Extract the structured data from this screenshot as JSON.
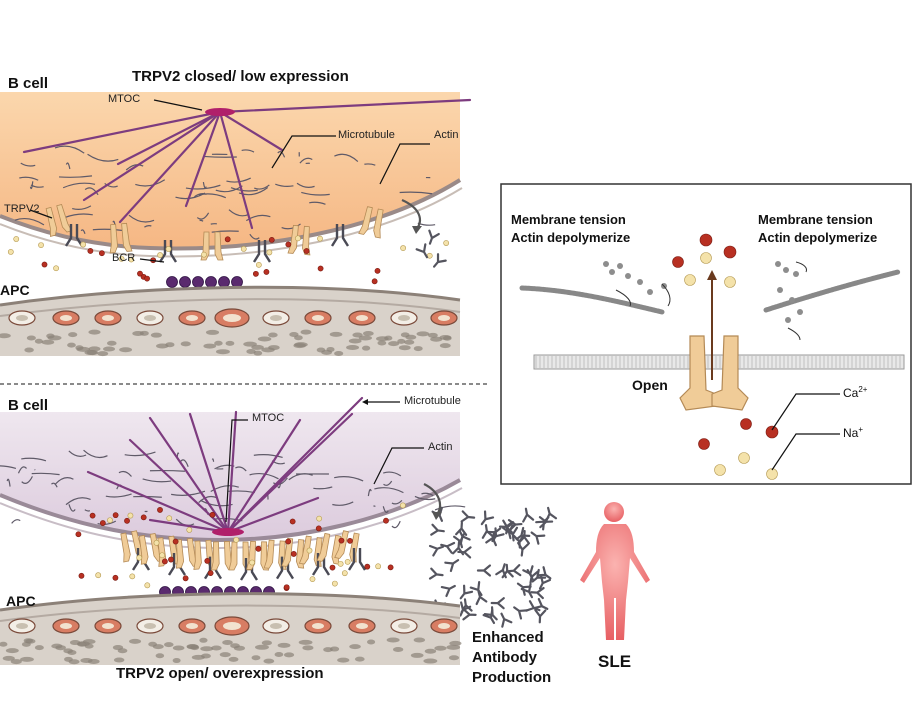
{
  "top_panel": {
    "cell_label": "B cell",
    "title": "TRPV2 closed/ low expression",
    "mtoc_label": "MTOC",
    "microtubule_label": "Microtubule",
    "actin_label": "Actin",
    "trpv2_label": "TRPV2",
    "bcr_label": "BCR",
    "apc_label": "APC"
  },
  "bottom_panel": {
    "cell_label": "B cell",
    "title": "TRPV2 open/ overexpression",
    "mtoc_label": "MTOC",
    "microtubule_label": "Microtubule",
    "actin_label": "Actin",
    "apc_label": "APC",
    "outcome_label_line1": "Enhanced",
    "outcome_label_line2": "Antibody",
    "outcome_label_line3": "Production",
    "disease_label": "SLE"
  },
  "inset": {
    "left_line1": "Membrane tension",
    "left_line2": "Actin depolymerize",
    "right_line1": "Membrane tension",
    "right_line2": "Actin depolymerize",
    "channel_state": "Open",
    "ion1": "Ca",
    "ion1_charge": "2+",
    "ion2": "Na",
    "ion2_charge": "+"
  },
  "colors": {
    "bcell_top": "#f9c896",
    "bcell_bottom": "#e9dce9",
    "microtubule": "#7d3c7f",
    "mtoc": "#b0206a",
    "actin": "#5f5a68",
    "trpv2": "#f0cc98",
    "bcr": "#4a4a55",
    "antigen": "#5a2a6e",
    "calcium": "#b83022",
    "sodium": "#f4e2aa",
    "human": "#f47b7b"
  }
}
